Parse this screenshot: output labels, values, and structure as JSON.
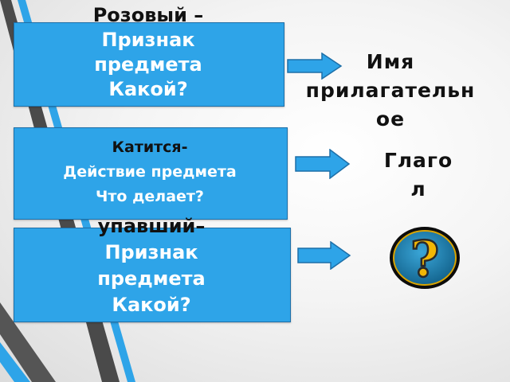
{
  "rows": [
    {
      "word": "Розовый –",
      "meaning": "Признак предмета",
      "meaning_line1": "Признак",
      "meaning_line2": "предмета",
      "question": "Какой?"
    },
    {
      "word": "Катится-",
      "meaning": "Действие предмета",
      "question": "Что делает?"
    },
    {
      "word": "упавший–",
      "meaning_line1": "Признак",
      "meaning_line2": "предмета",
      "question": "Какой?"
    }
  ],
  "answers": [
    {
      "line1": "Имя",
      "line2": "прилагательн",
      "line3": "ое"
    },
    {
      "line1": "Глаго",
      "line2": "л"
    }
  ],
  "icons": {
    "arrow": "right-arrow-icon",
    "question": "question-mark-icon"
  },
  "colors": {
    "box": "#2ea4e8",
    "arrow": "#2ea4e8",
    "box_text": "#ffffff",
    "answer_text": "#111111",
    "icon_bg": "#1f7fb0",
    "icon_glyph": "#f2b705"
  }
}
